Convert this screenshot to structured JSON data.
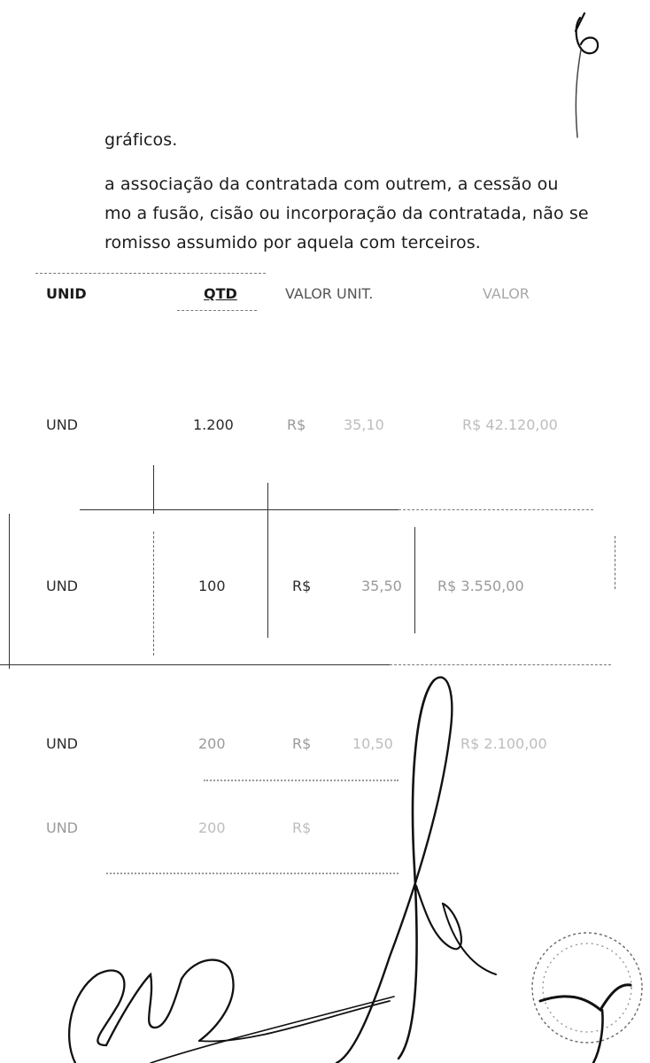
{
  "paragraphs": [
    "gráficos.",
    "a associação da contratada com outrem, a cessão ou",
    "mo a fusão, cisão ou incorporação da contratada, não se",
    "romisso assumido por aquela com terceiros."
  ],
  "table": {
    "headers": {
      "unid": "UNID",
      "qtd": "QTD",
      "valor_unit": "VALOR UNIT.",
      "total": "VALOR"
    },
    "rows": [
      {
        "unid": "UND",
        "qtd": "1.200",
        "currency": "R$",
        "unit": "35,10",
        "total": "R$ 42.120,00"
      },
      {
        "unid": "UND",
        "qtd": "100",
        "currency": "R$",
        "unit": "35,50",
        "total": "R$ 3.550,00"
      },
      {
        "unid": "UND",
        "qtd": "200",
        "currency": "R$",
        "unit": "10,50",
        "total": "R$ 2.100,00"
      },
      {
        "unid": "UND",
        "qtd": "200",
        "currency": "R$",
        "unit": "",
        "total": ""
      }
    ]
  },
  "colors": {
    "ink": "#1a1a1a",
    "faded": "#8d8d8d",
    "signature": "#111111"
  }
}
